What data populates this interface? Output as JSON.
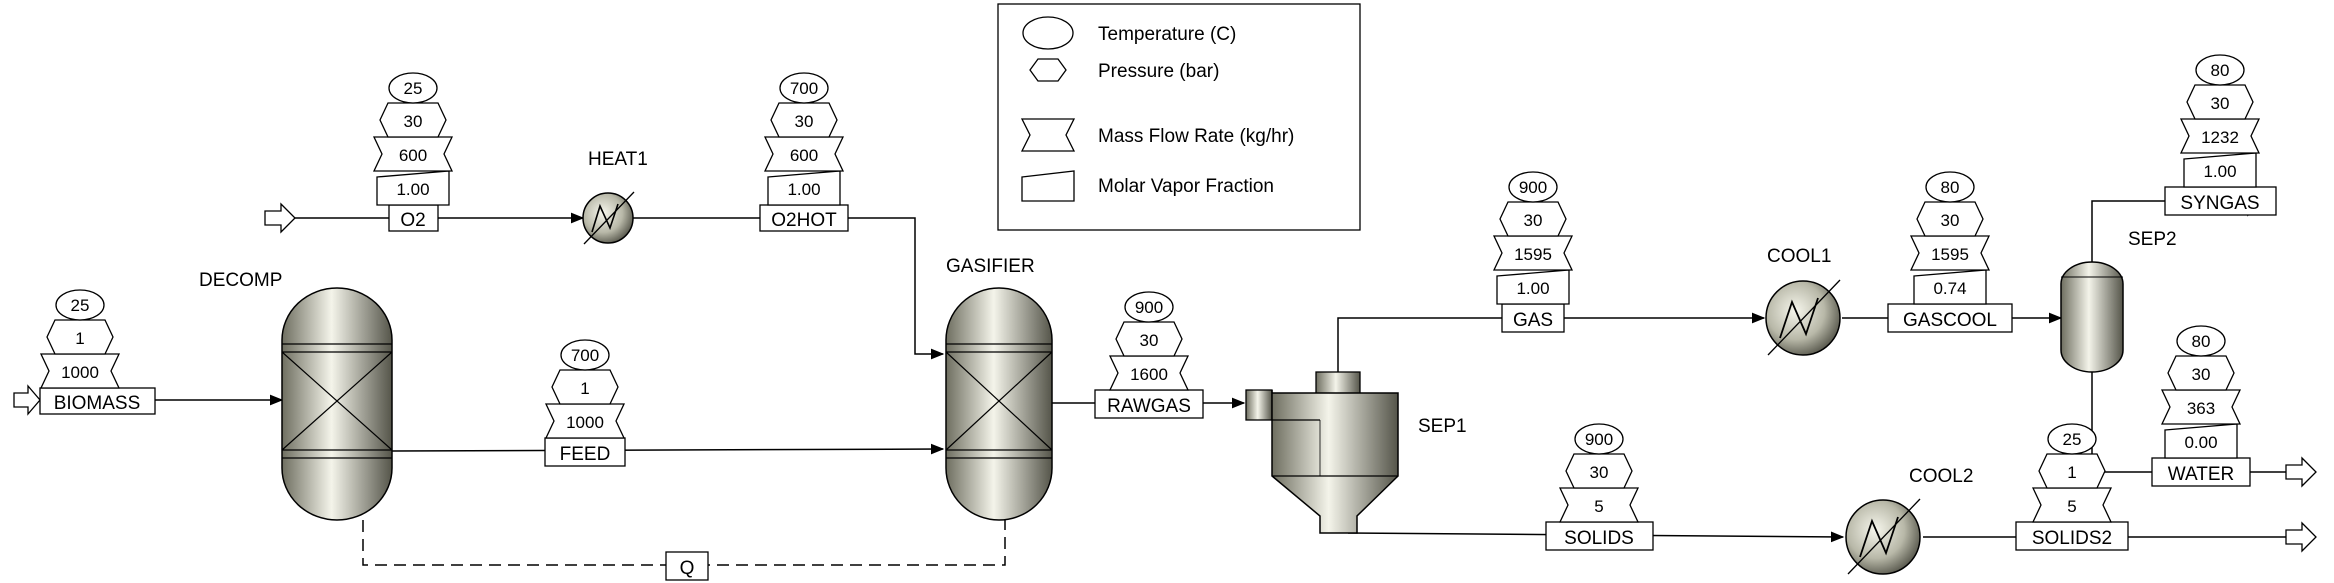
{
  "legend": {
    "temperature": "Temperature (C)",
    "pressure": "Pressure (bar)",
    "mass_flow": "Mass Flow Rate (kg/hr)",
    "vapor_fraction": "Molar Vapor Fraction"
  },
  "blocks": {
    "decomp": "DECOMP",
    "gasifier": "GASIFIER",
    "heat1": "HEAT1",
    "sep1": "SEP1",
    "cool1": "COOL1",
    "cool2": "COOL2",
    "sep2": "SEP2"
  },
  "streams": {
    "biomass": {
      "name": "BIOMASS",
      "t": "25",
      "p": "1",
      "f": "1000"
    },
    "o2": {
      "name": "O2",
      "t": "25",
      "p": "30",
      "f": "600",
      "v": "1.00"
    },
    "o2hot": {
      "name": "O2HOT",
      "t": "700",
      "p": "30",
      "f": "600",
      "v": "1.00"
    },
    "feed": {
      "name": "FEED",
      "t": "700",
      "p": "1",
      "f": "1000"
    },
    "q": {
      "name": "Q"
    },
    "rawgas": {
      "name": "RAWGAS",
      "t": "900",
      "p": "30",
      "f": "1600"
    },
    "gas": {
      "name": "GAS",
      "t": "900",
      "p": "30",
      "f": "1595",
      "v": "1.00"
    },
    "gascool": {
      "name": "GASCOOL",
      "t": "80",
      "p": "30",
      "f": "1595",
      "v": "0.74"
    },
    "syngas": {
      "name": "SYNGAS",
      "t": "80",
      "p": "30",
      "f": "1232",
      "v": "1.00"
    },
    "water": {
      "name": "WATER",
      "t": "80",
      "p": "30",
      "f": "363",
      "v": "0.00"
    },
    "solids": {
      "name": "SOLIDS",
      "t": "900",
      "p": "30",
      "f": "5"
    },
    "solids2": {
      "name": "SOLIDS2",
      "t": "25",
      "p": "1",
      "f": "5"
    }
  },
  "colors": {
    "vessel_light": "#f4f4ea",
    "vessel_dark": "#6e6e60"
  }
}
